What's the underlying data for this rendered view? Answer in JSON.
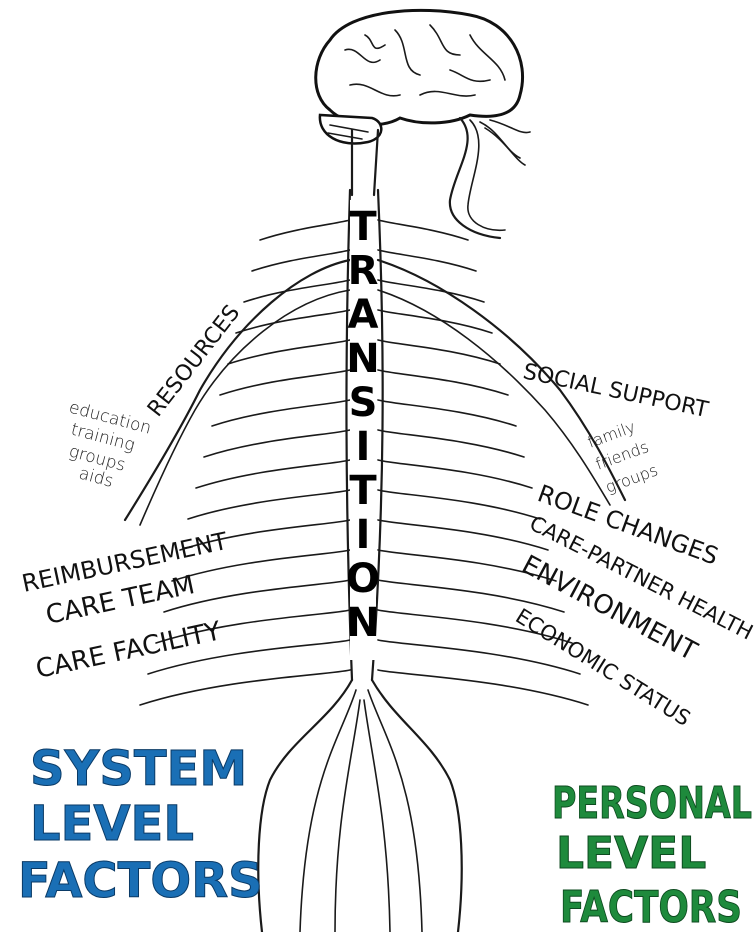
{
  "center": {
    "letters": [
      "T",
      "R",
      "A",
      "N",
      "S",
      "I",
      "T",
      "I",
      "O",
      "N"
    ]
  },
  "left": {
    "branch_label": "RESOURCES",
    "branch_items": [
      "education",
      "training",
      "groups",
      "aids"
    ],
    "factors": [
      "REIMBURSEMENT",
      "CARE TEAM",
      "CARE FACILITY"
    ],
    "heading": [
      "SYSTEM",
      "LEVEL",
      "FACTORS"
    ],
    "heading_color": "#1a6fb5"
  },
  "right": {
    "branch_label": "SOCIAL SUPPORT",
    "branch_items": [
      "family",
      "friends",
      "groups"
    ],
    "factors": [
      "ROLE CHANGES",
      "CARE-PARTNER HEALTH",
      "ENVIRONMENT",
      "ECONOMIC STATUS"
    ],
    "heading": [
      "PERSONAL",
      "LEVEL",
      "FACTORS"
    ],
    "heading_color": "#1e8a3c"
  },
  "icons": {
    "brain": "brain-icon",
    "spine": "spinal-cord-icon"
  }
}
